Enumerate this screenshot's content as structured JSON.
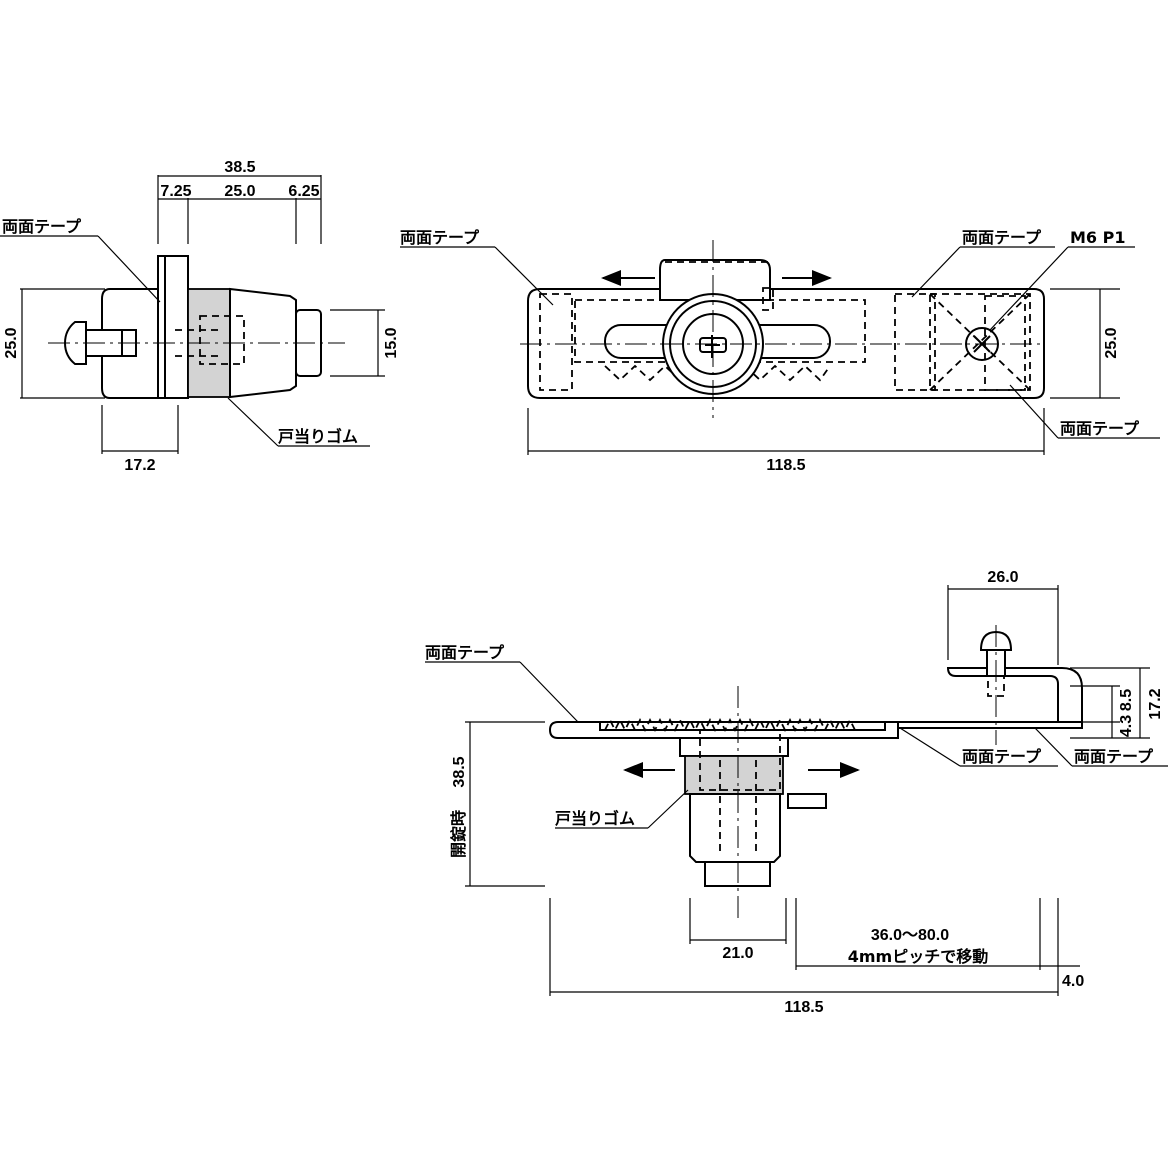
{
  "labels": {
    "tape": "両面テープ",
    "rubber": "戸当りゴム",
    "screw": "M6 P1",
    "unlock": "開錠時",
    "pitch": "4mmピッチで移動"
  },
  "side_view": {
    "overall": "38.5",
    "left": "7.25",
    "mid": "25.0",
    "right": "6.25",
    "height": "25.0",
    "cyl": "15.0",
    "base": "17.2"
  },
  "top_view": {
    "height": "25.0",
    "length": "118.5"
  },
  "front_view": {
    "striker_w": "26.0",
    "d85": "8.5",
    "d43": "4.3",
    "d172": "17.2",
    "unlock_val": "38.5",
    "cyl_w": "21.0",
    "range": "36.0～80.0",
    "end_gap": "4.0",
    "length": "118.5"
  }
}
